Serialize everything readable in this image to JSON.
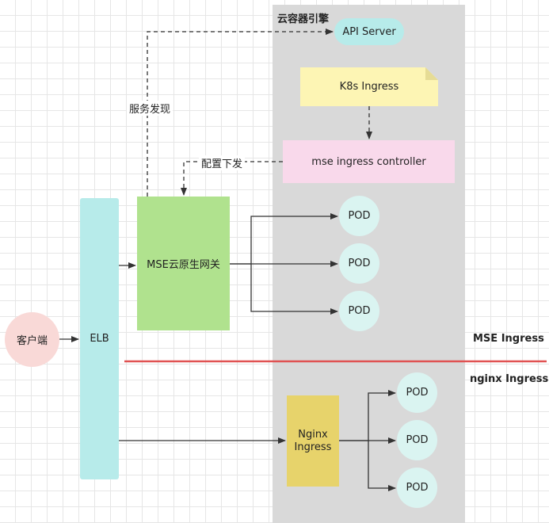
{
  "engine": {
    "title": "云容器引擎",
    "color": "#d9d9d9"
  },
  "nodes": {
    "api_server": "API Server",
    "k8s_ingress": "K8s Ingress",
    "controller": "mse ingress controller",
    "mse_gateway": "MSE云原生网关",
    "elb": "ELB",
    "client": "客户端",
    "nginx_line1": "Nginx",
    "nginx_line2": "Ingress"
  },
  "pods": {
    "mse": [
      "POD",
      "POD",
      "POD"
    ],
    "nginx": [
      "POD",
      "POD",
      "POD"
    ]
  },
  "edge_labels": {
    "service_discovery": "服务发现",
    "config_push": "配置下发"
  },
  "sections": {
    "mse_ingress": "MSE Ingress",
    "nginx_ingress": "nginx Ingress",
    "divider_color": "#e05252"
  }
}
